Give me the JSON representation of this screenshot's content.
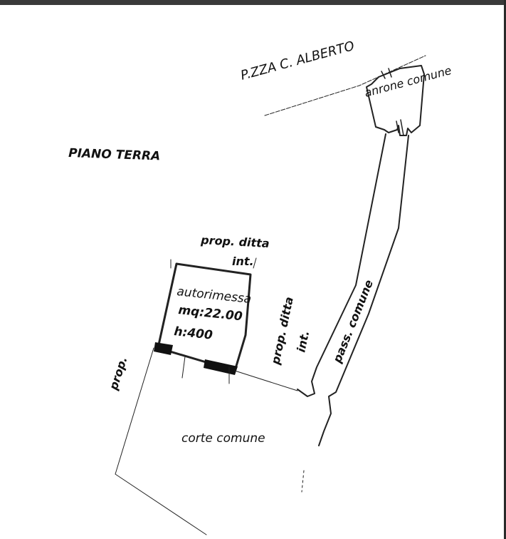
{
  "plan": {
    "street": "P.ZZA C. ALBERTO",
    "floor": "PIANO TERRA",
    "androne": "anrone comune",
    "prop_ditta_top": "prop. ditta",
    "int_top": "int.",
    "prop_ditta_right": "prop. ditta",
    "int_right": "int.",
    "room_name": "autorimessa",
    "room_area": "mq:22.00",
    "room_height": "h:400",
    "passage": "pass. comune",
    "prop_left": "prop.",
    "courtyard": "corte comune"
  },
  "colors": {
    "ink": "#111111",
    "frame": "#3a3a3a"
  }
}
